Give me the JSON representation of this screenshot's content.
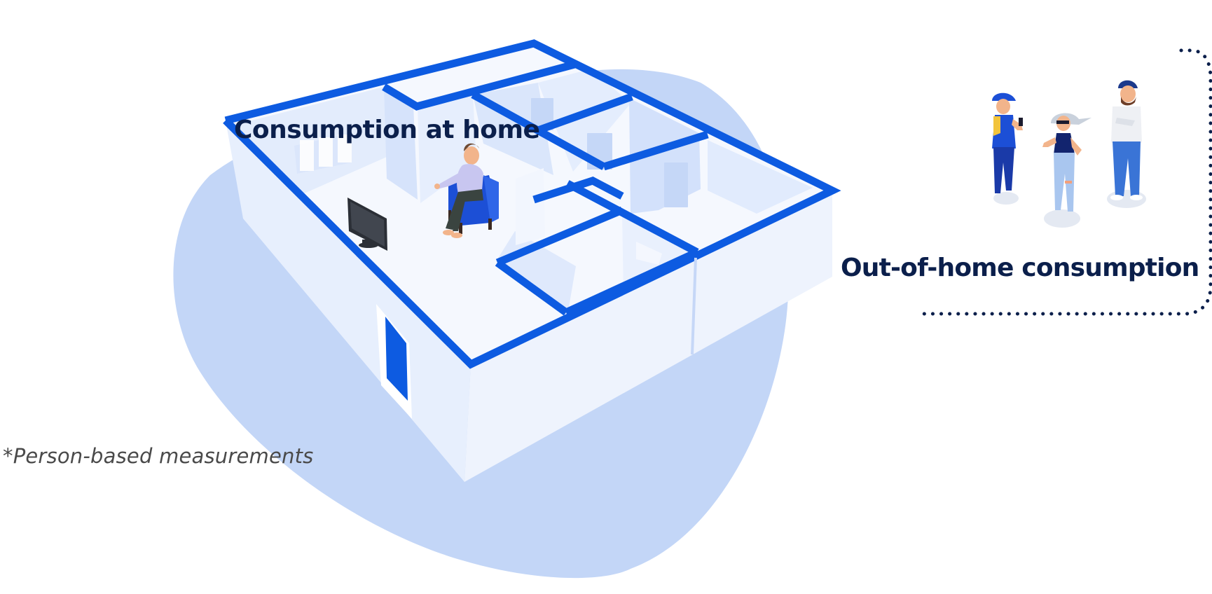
{
  "labels": {
    "home": "Consumption at home",
    "out_of_home": "Out-of-home consumption",
    "footnote": "*Person-based measurements"
  },
  "icons": {
    "house": "house-cutaway-illustration",
    "tv": "tv-icon",
    "armchair": "armchair-icon",
    "seated_person": "seated-person-illustration",
    "group": "three-people-illustration",
    "bracket": "dotted-bracket"
  },
  "colors": {
    "blob": "#c3d6f7",
    "wall_blue": "#0d5be1",
    "wall_light": "#e9f0fd",
    "floor": "#f7f9fe",
    "text_dark": "#0b1f4b",
    "text_gray": "#4a4a4a",
    "dots": "#0b1f4b"
  }
}
